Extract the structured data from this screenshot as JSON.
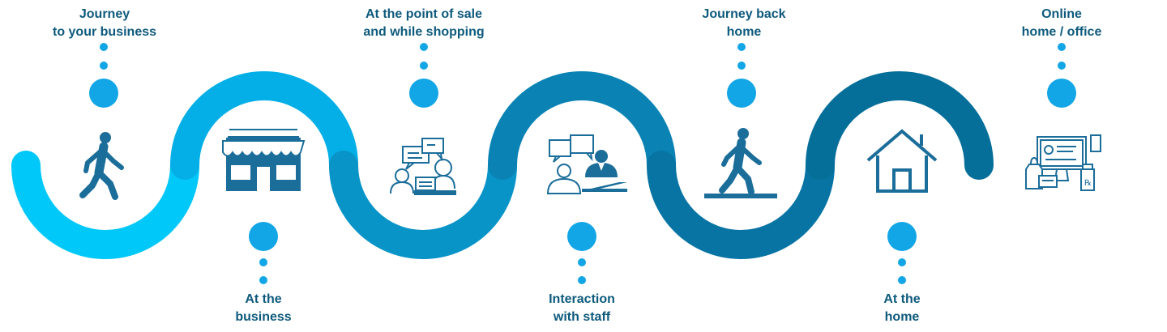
{
  "colors": {
    "label_text": "#0e5a7c",
    "dot": "#12a6e6",
    "icon": "#1b6d9a",
    "path_gradient": [
      "#00c8f8",
      "#03afe6",
      "#0994c8",
      "#0a83b4",
      "#0874a3",
      "#056f9a"
    ]
  },
  "stages": [
    {
      "id": "journey-to-business",
      "label_lines": [
        "Journey",
        "to your business"
      ],
      "icon": "walking-person-icon",
      "label_position": "top"
    },
    {
      "id": "at-the-business",
      "label_lines": [
        "At the",
        "business"
      ],
      "icon": "storefront-icon",
      "label_position": "bottom"
    },
    {
      "id": "point-of-sale",
      "label_lines": [
        "At the point of sale",
        "and while shopping"
      ],
      "icon": "point-of-sale-chat-icon",
      "label_position": "top"
    },
    {
      "id": "interaction-with-staff",
      "label_lines": [
        "Interaction",
        "with staff"
      ],
      "icon": "staff-conversation-icon",
      "label_position": "bottom"
    },
    {
      "id": "journey-back-home",
      "label_lines": [
        "Journey back",
        "home"
      ],
      "icon": "walking-home-icon",
      "label_position": "top"
    },
    {
      "id": "at-the-home",
      "label_lines": [
        "At the",
        "home"
      ],
      "icon": "house-icon",
      "label_position": "bottom"
    },
    {
      "id": "online-home-office",
      "label_lines": [
        "Online",
        "home / office"
      ],
      "icon": "online-devices-icon",
      "label_position": "top"
    }
  ]
}
